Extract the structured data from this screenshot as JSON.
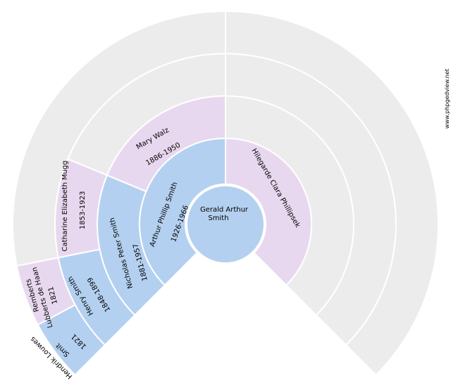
{
  "watermark": "www.phpgedview.net",
  "colors": {
    "male": "#b4d0f0",
    "female": "#e8d8ef",
    "empty": "#ececec"
  },
  "root": {
    "line1": "Gerald Arthur",
    "line2": "Smith"
  },
  "people": {
    "father": {
      "name": "Arthur Phillip Smith",
      "dates": "1926-1966"
    },
    "mother": {
      "name": "Hilegarde Clara Phillipsek"
    },
    "ff": {
      "name": "Nicholas Peter Smith",
      "dates": "1881-1957"
    },
    "fm": {
      "name": "Mary Walz",
      "dates": "1886-1950"
    },
    "fff": {
      "name": "Henry Smith",
      "dates": "1848-1899"
    },
    "ffm": {
      "name": "Catharine Elizabeth Mugg",
      "dates": "1853-1923"
    },
    "ffff": {
      "line1": "Hendrik Louwes",
      "line2": "Smit",
      "dates": "1821"
    },
    "fffm": {
      "line1": "Remberts",
      "line2": "Lubberts de Haan",
      "dates": "1821"
    }
  }
}
